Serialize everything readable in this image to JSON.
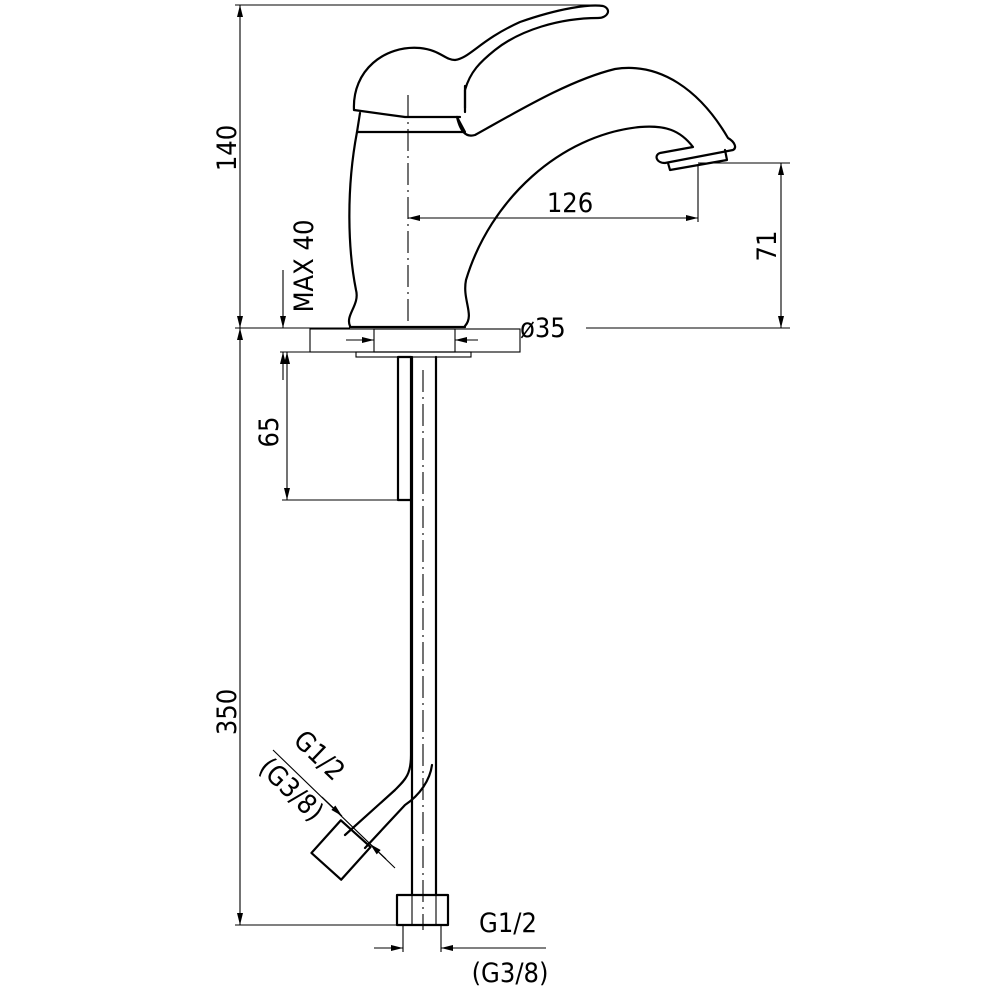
{
  "drawing": {
    "title": "Basin mixer tap dimensional drawing",
    "dimensions": {
      "overall_height": "140",
      "spout_reach": "126",
      "spout_height": "71",
      "max_deck_thickness": "MAX 40",
      "base_diameter": "ø35",
      "shank_length": "65",
      "hose_length": "350",
      "hose_thread_1": "G1/2",
      "hose_thread_1_alt": "(G3/8)",
      "hose_thread_2": "G1/2",
      "hose_thread_2_alt": "(G3/8)"
    },
    "colors": {
      "line": "#000000",
      "background": "#ffffff"
    }
  }
}
